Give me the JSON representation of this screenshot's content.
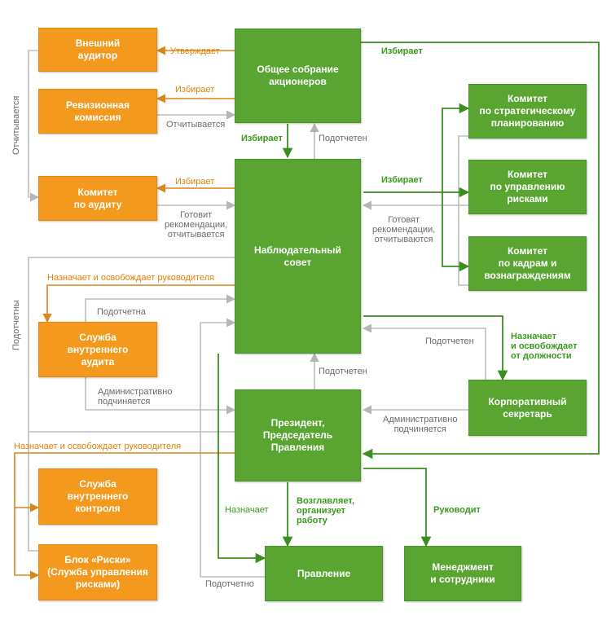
{
  "colors": {
    "green": "#5aa532",
    "orange": "#f39a1e",
    "gray_line": "#bdbdbd",
    "green_line": "#3a8f1e",
    "orange_line": "#d9861a"
  },
  "nodes": {
    "shareholders": "Общее собрание\nакционеров",
    "external_auditor": "Внешний\nаудитор",
    "audit_commission": "Ревизионная\nкомиссия",
    "audit_committee": "Комитет\nпо аудиту",
    "strategic_committee": "Комитет\nпо стратегическому\nпланированию",
    "risk_committee": "Комитет\nпо управлению\nрисками",
    "hr_committee": "Комитет\nпо кадрам и\nвознаграждениям",
    "supervisory_board": "Наблюдательный\nсовет",
    "internal_audit": "Служба\nвнутреннего\nаудита",
    "corporate_secretary": "Корпоративный\nсекретарь",
    "president": "Президент,\nПредседатель\nПравления",
    "internal_control": "Служба\nвнутреннего\nконтроля",
    "risk_block": "Блок «Риски»\n(Служба управления\nрисками)",
    "management_board": "Правление",
    "management_staff": "Менеджмент\nи сотрудники"
  },
  "labels": {
    "approves": "Утверждает",
    "elects_top": "Избирает",
    "elects_commission": "Избирает",
    "reports_commission": "Отчитывается",
    "elects_board": "Избирает",
    "accountable_board": "Подотчетен",
    "elects_audit_committee": "Избирает",
    "prepares_recs": "Готовит\nрекомендации,\nотчитывается",
    "elects_committees": "Избирает",
    "prepare_recs_committees": "Готовят\nрекомендации,\nотчитываются",
    "appoints_ia_head": "Назначает и освобождает руководителя",
    "accountable_ia": "Подотчетна",
    "accountable_secretary": "Подотчетен",
    "appoints_secretary": "Назначает\nи освобождает\nот должности",
    "admin_subordinate_ia": "Административно\nподчиняется",
    "accountable_president": "Подотчетен",
    "admin_subordinate_secretary": "Административно\nподчиняется",
    "appoints_heads": "Назначает и освобождает руководителя",
    "appoints_board": "Назначает",
    "heads_organizes": "Возглавляет,\nорганизует\nработу",
    "manages": "Руководит",
    "accountable_mb": "Подотчетно",
    "reports_side": "Отчитывается",
    "accountable_side": "Подотчетны"
  }
}
